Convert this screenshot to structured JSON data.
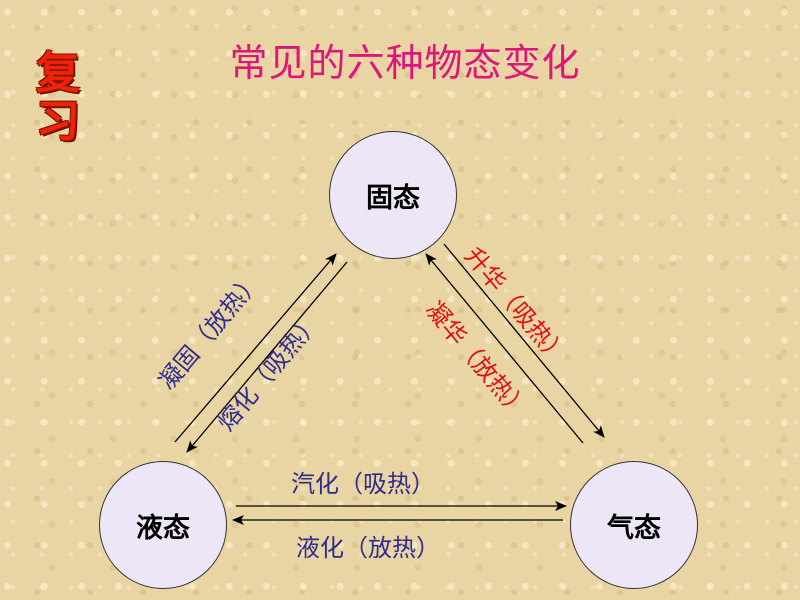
{
  "badge": {
    "char1": "复",
    "char2": "习"
  },
  "title": "常见的六种物态变化",
  "states": {
    "solid": "固态",
    "liquid": "液态",
    "gas": "气态"
  },
  "transitions": {
    "solidification": "凝固（放热）",
    "melting": "熔化（吸热）",
    "sublimation": "升华（吸热）",
    "deposition": "凝华（放热）",
    "vaporization": "汽化（吸热）",
    "liquefaction": "液化（放热）"
  },
  "colors": {
    "title": "#e0157a",
    "badge": "#f0220a",
    "absorb_release_blue": "#2e2c8c",
    "solid_gas_red": "#e01010",
    "circle_fill": "#ede6f6"
  }
}
